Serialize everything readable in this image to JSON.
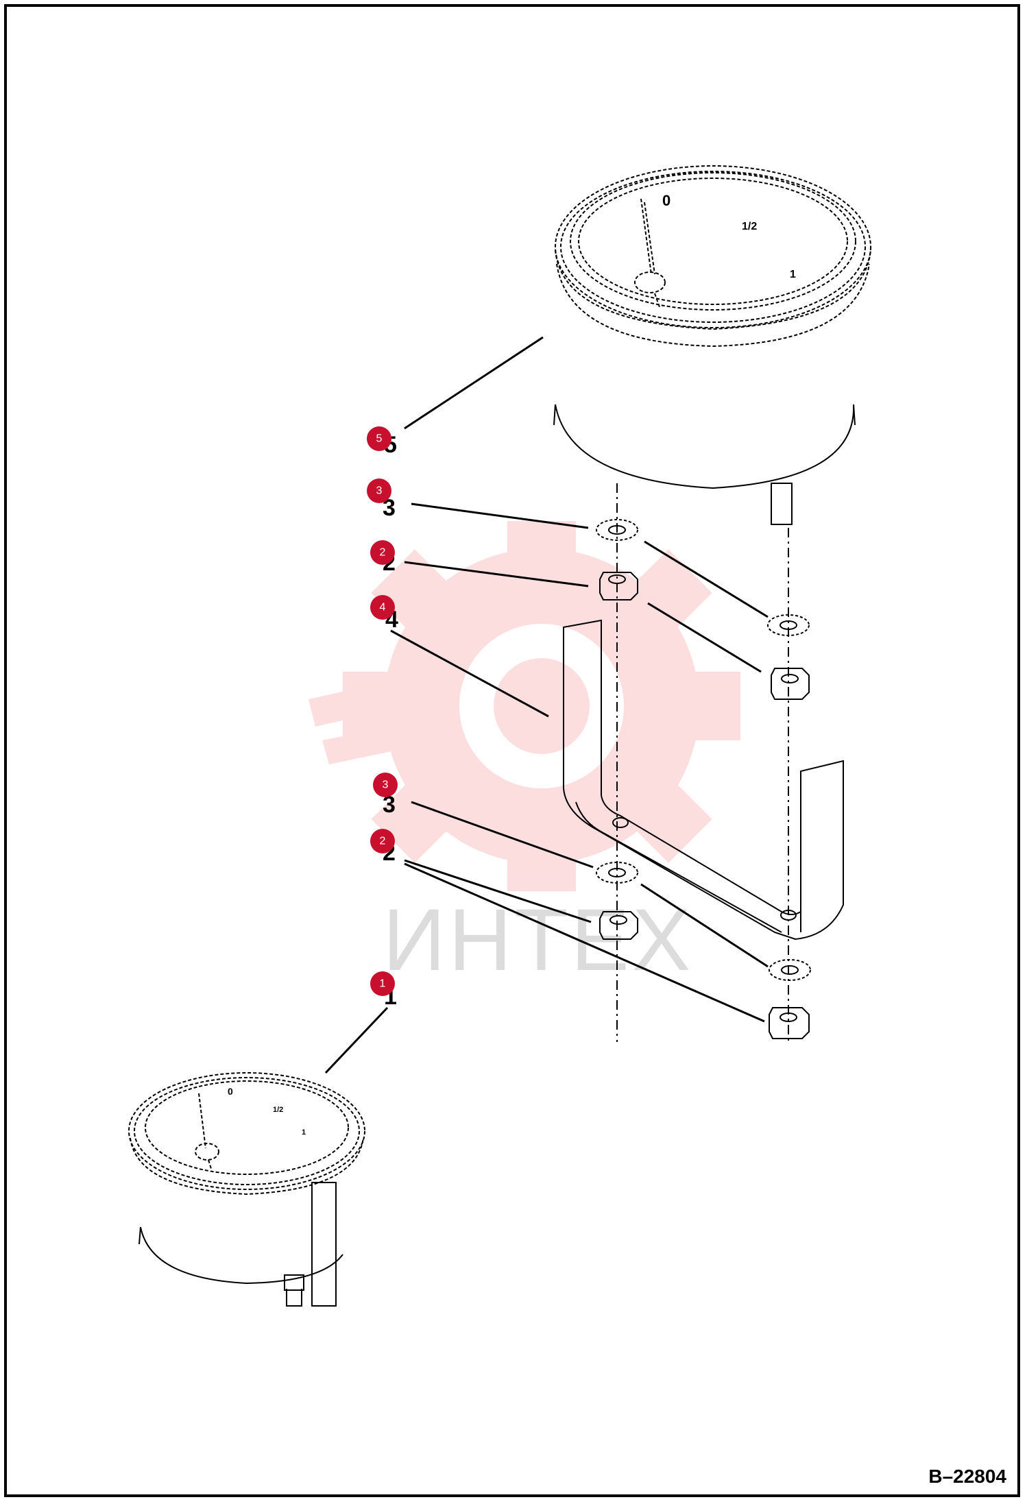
{
  "drawing_number": "B–22804",
  "watermark": {
    "text": "ИНТЕХ",
    "color": "#f26b72"
  },
  "callouts": [
    {
      "id": "5",
      "label": "5"
    },
    {
      "id": "3a",
      "label": "3"
    },
    {
      "id": "2a",
      "label": "2"
    },
    {
      "id": "4",
      "label": "4"
    },
    {
      "id": "3b",
      "label": "3"
    },
    {
      "id": "2b",
      "label": "2"
    },
    {
      "id": "1",
      "label": "1"
    }
  ],
  "gauge_large": {
    "dial_marks": [
      "0",
      "1/2",
      "1"
    ]
  },
  "gauge_small": {
    "dial_marks": [
      "0",
      "1/2",
      "1"
    ]
  },
  "colors": {
    "callout": "#c8102e",
    "line": "#000000",
    "background": "#ffffff"
  }
}
